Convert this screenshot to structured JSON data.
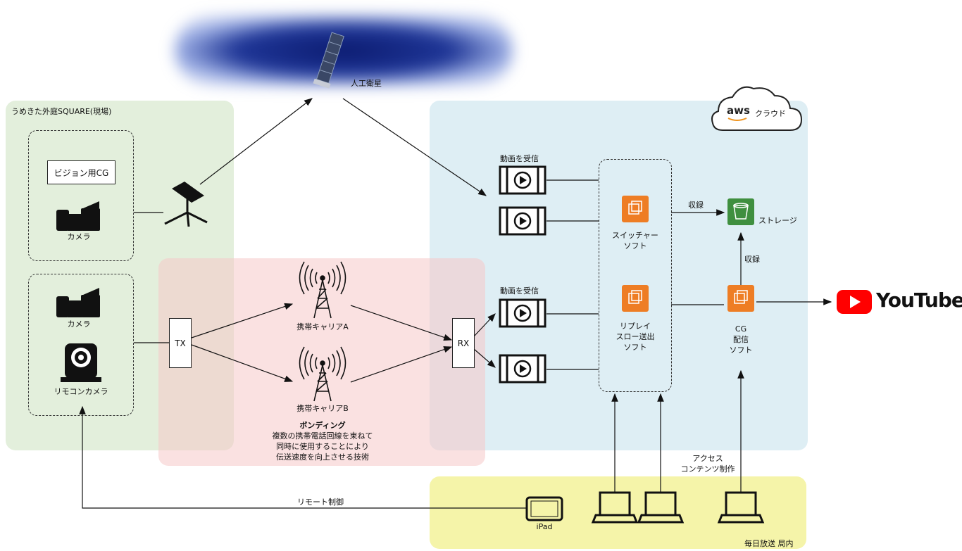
{
  "regions": {
    "venue": "うめきた外庭SQUARE(現場)",
    "aws_cloud": "クラウド",
    "aws_logo": "aws",
    "station": "毎日放送 局内"
  },
  "labels": {
    "satellite": "人工衛星",
    "vision_cg": "ビジョン用CG",
    "camera1": "カメラ",
    "camera2": "カメラ",
    "remote_camera": "リモコンカメラ",
    "tx": "TX",
    "rx": "RX",
    "carrier_a": "携帯キャリアA",
    "carrier_b": "携帯キャリアB",
    "bonding_title": "ボンディング",
    "bonding_desc1": "複数の携帯電話回線を束ねて",
    "bonding_desc2": "同時に使用することにより",
    "bonding_desc3": "伝送速度を向上させる技術",
    "receive_video1": "動画を受信",
    "receive_video2": "動画を受信",
    "switcher1": "スイッチャー",
    "switcher2": "ソフト",
    "replay1": "リプレイ",
    "replay2": "スロー送出",
    "replay3": "ソフト",
    "record1": "収録",
    "record2": "収録",
    "storage": "ストレージ",
    "cg1": "CG",
    "cg2": "配信",
    "cg3": "ソフト",
    "youtube": "YouTube",
    "access1": "アクセス",
    "access2": "コンテンツ制作",
    "remote_control": "リモート制御",
    "ipad": "iPad"
  },
  "colors": {
    "venue_bg": "#e3efdc",
    "bonding_bg": "#f9dedd",
    "aws_bg": "#deeef4",
    "station_bg": "#f5f4a9",
    "aws_orange": "#ee7d24",
    "aws_green": "#3f8f3f",
    "youtube_red": "#ff0000"
  }
}
